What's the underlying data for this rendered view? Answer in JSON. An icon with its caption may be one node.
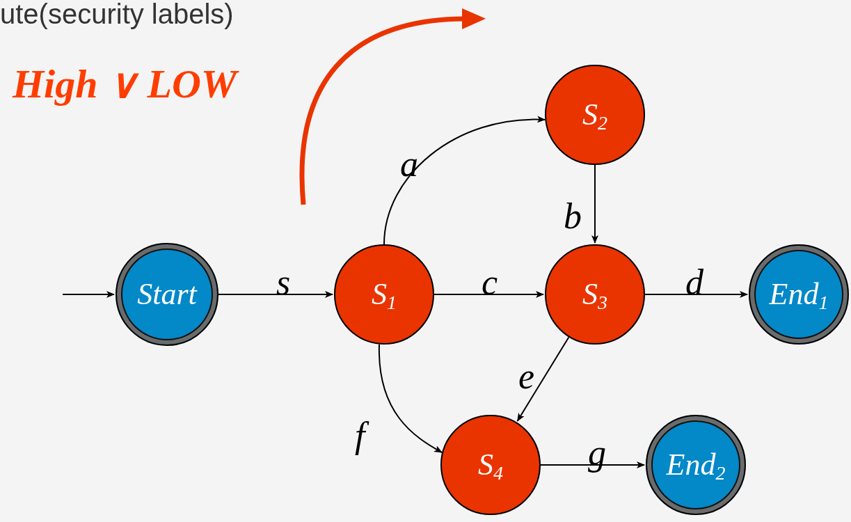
{
  "diagram": {
    "nodes": [
      {
        "text": [
          "Start"
        ]
      },
      {
        "text": [
          "S$_{1}$"
        ]
      },
      {
        "text": [
          "S$_{2}$"
        ]
      },
      {
        "text": [
          "S$_{3}$"
        ]
      },
      {
        "text": [
          "S$_{4}$"
        ]
      },
      {
        "text": [
          "End$_{1}$"
        ]
      },
      {
        "text": [
          "End$_{2}$"
        ]
      }
    ],
    "edges": [
      {
        "from": null,
        "to": 0,
        "arrow": "to"
      },
      {
        "from": 0,
        "to": 1,
        "arrow": "to",
        "label": "s"
      },
      {
        "from": 1,
        "to": 2,
        "arrow": "to",
        "label": "a"
      },
      {
        "from": 2,
        "to": 3,
        "arrow": "to",
        "label": "b"
      },
      {
        "from": 1,
        "to": 3,
        "arrow": "to",
        "label": "c"
      },
      {
        "from": 3,
        "to": 5,
        "arrow": "to",
        "label": "d"
      },
      {
        "from": 3,
        "to": 4,
        "arrow": "to",
        "label": "e"
      },
      {
        "from": 1,
        "to": 4,
        "arrow": "to",
        "label": "f"
      },
      {
        "from": 4,
        "to": 6,
        "arrow": "to",
        "label": "g"
      }
    ],
    "labels": [
      "ute(security labels)",
      "High ∨ LOW"
    ]
  }
}
